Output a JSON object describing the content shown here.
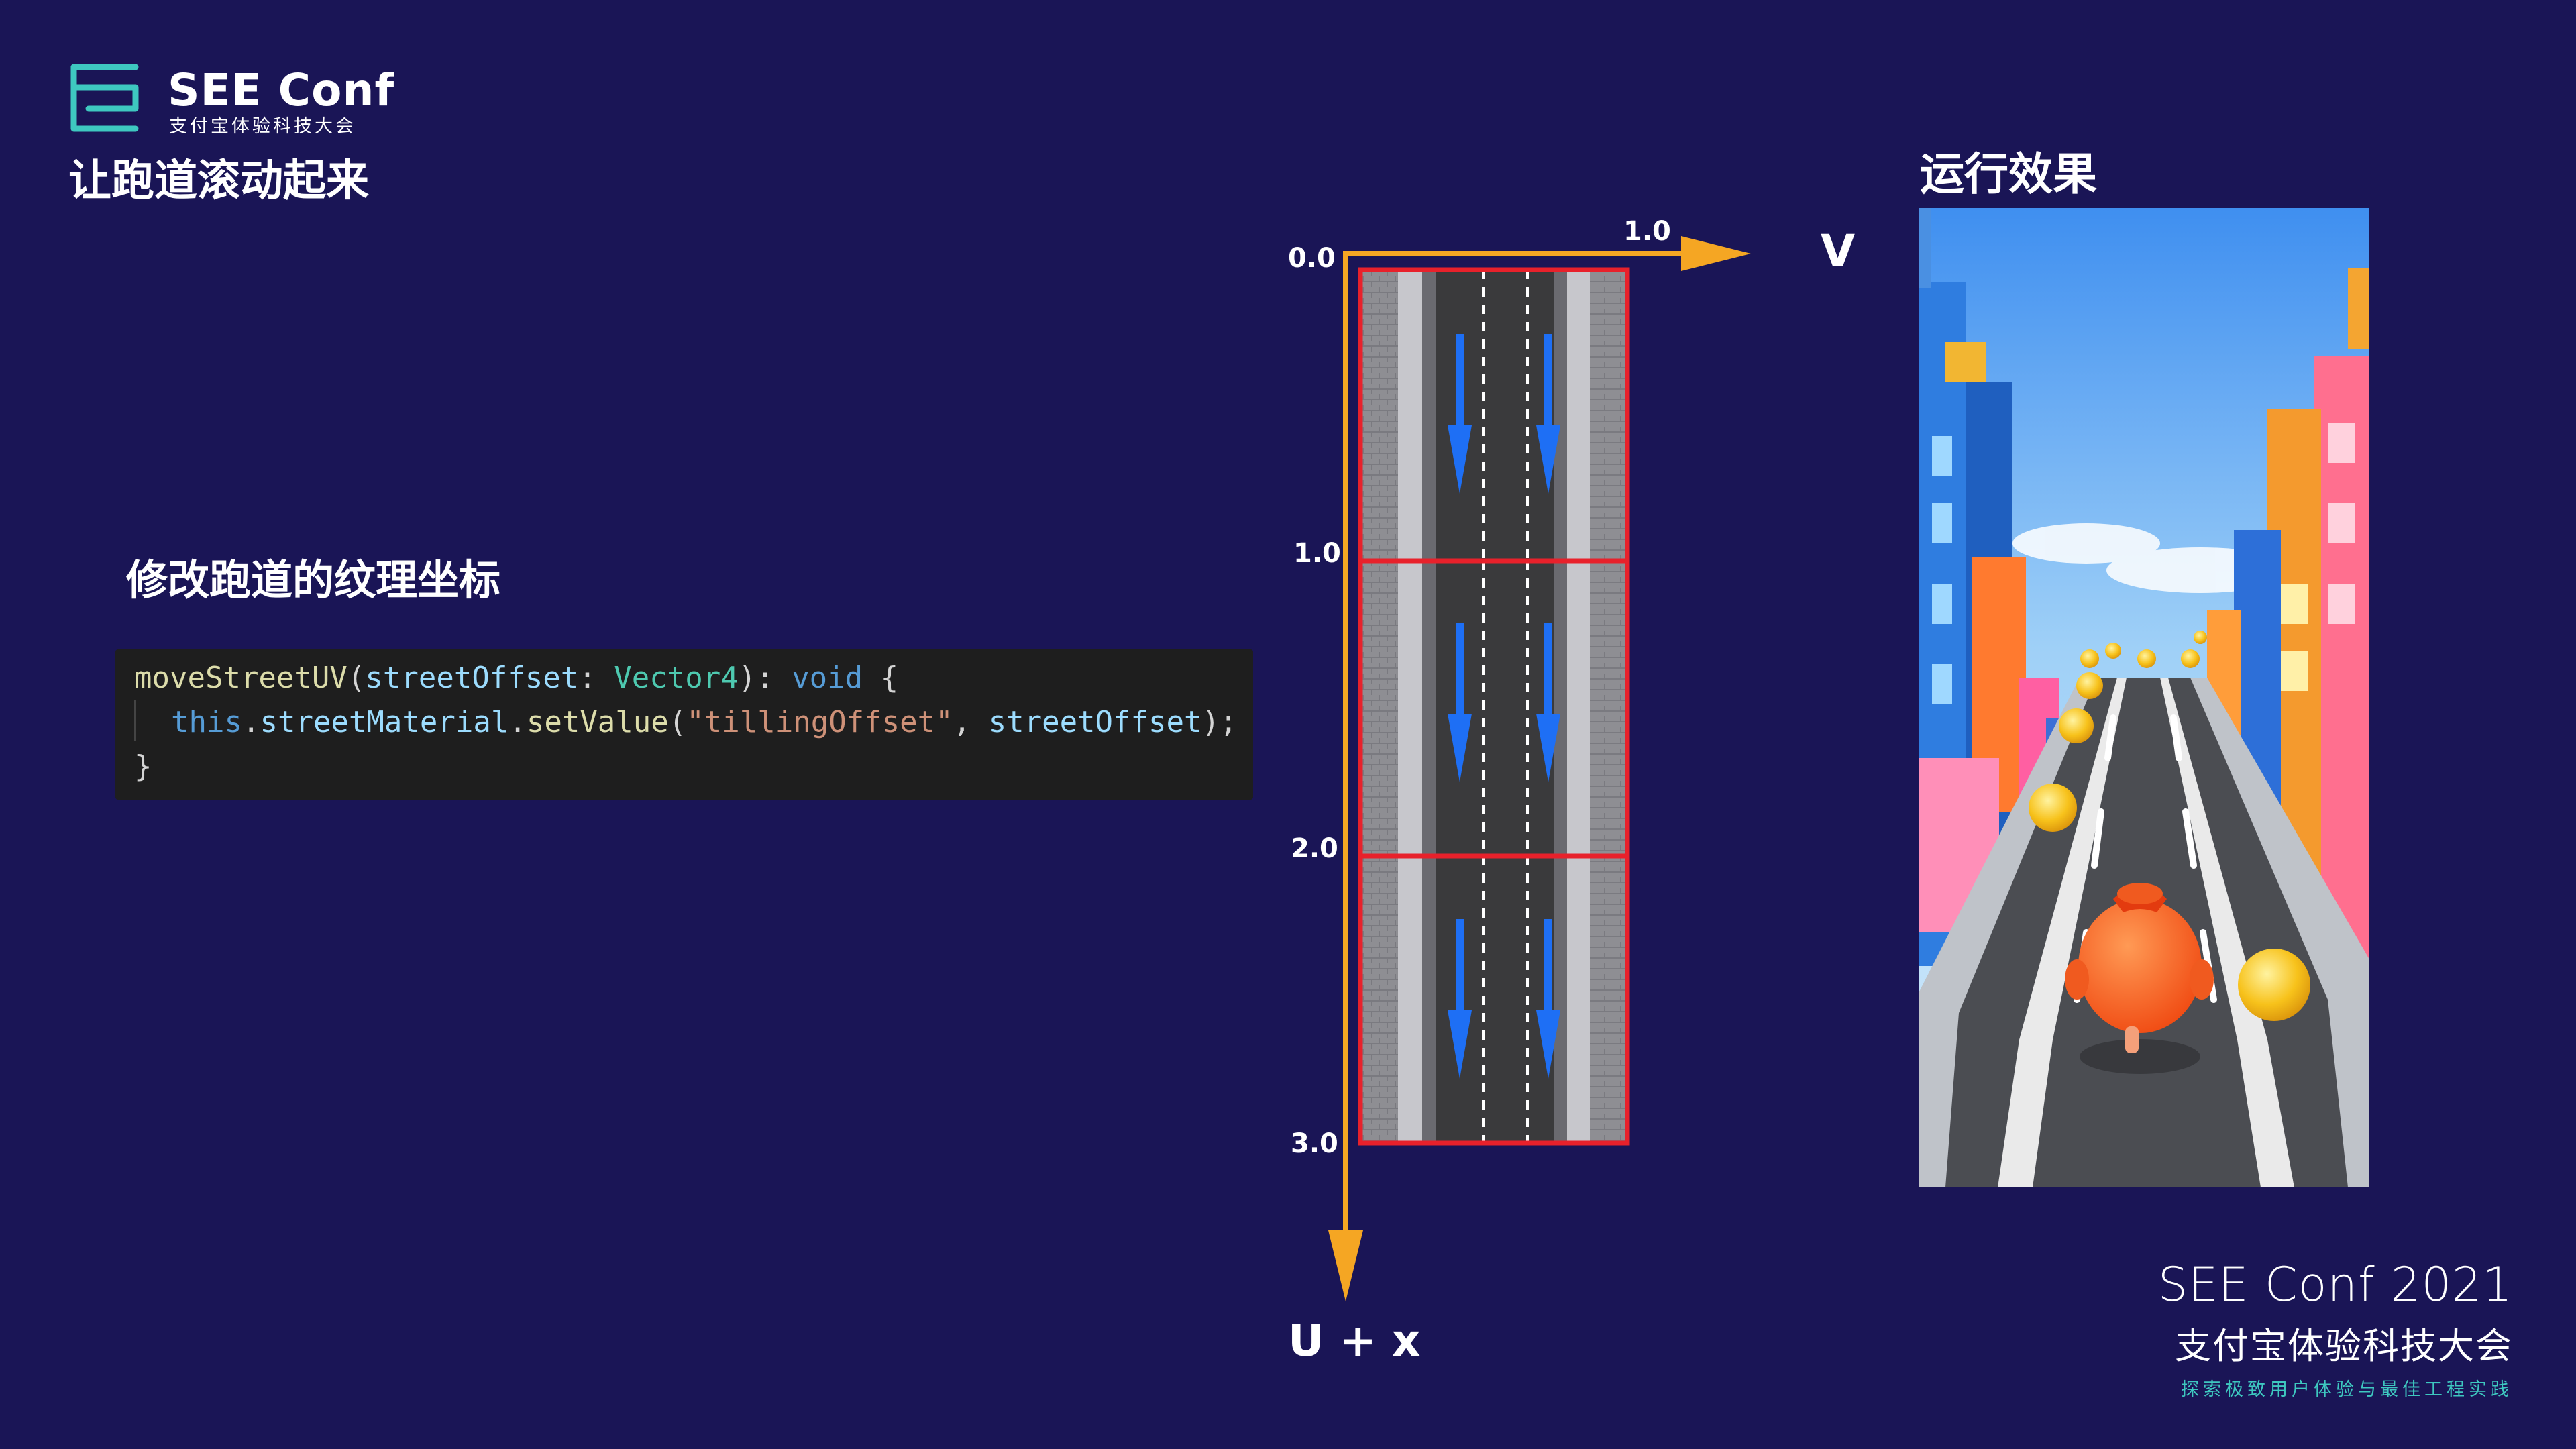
{
  "logo": {
    "title": "SEE Conf",
    "subtitle": "支付宝体验科技大会"
  },
  "page_title": "让跑道滚动起来",
  "section_title": "修改跑道的纹理坐标",
  "code": {
    "l1_fn": "moveStreetUV",
    "l1_p1": "(",
    "l1_param": "streetOffset",
    "l1_colon": ": ",
    "l1_type": "Vector4",
    "l1_p2": "): ",
    "l1_kw": "void",
    "l1_p3": " {",
    "l2_this": "this",
    "l2_dot1": ".",
    "l2_prop": "streetMaterial",
    "l2_dot2": ".",
    "l2_fn": "setValue",
    "l2_p1": "(",
    "l2_str": "\"tillingOffset\"",
    "l2_comma": ", ",
    "l2_arg": "streetOffset",
    "l2_p2": ");",
    "l3": "}"
  },
  "diagram": {
    "v_axis_label": "V",
    "u_axis_label": "U + x",
    "v_tick": "1.0",
    "u_ticks": [
      "0.0",
      "1.0",
      "2.0",
      "3.0"
    ],
    "colors": {
      "axis": "#f5a623",
      "tile_border": "#e8212b",
      "arrow": "#1e6ff5",
      "road": "#3a3a3c",
      "sidewalk": "#8e8e93"
    }
  },
  "result_title": "运行效果",
  "brand": {
    "line1": "SEE Conf 2021",
    "line2": "支付宝体验科技大会",
    "line3": "探索极致用户体验与最佳工程实践"
  }
}
